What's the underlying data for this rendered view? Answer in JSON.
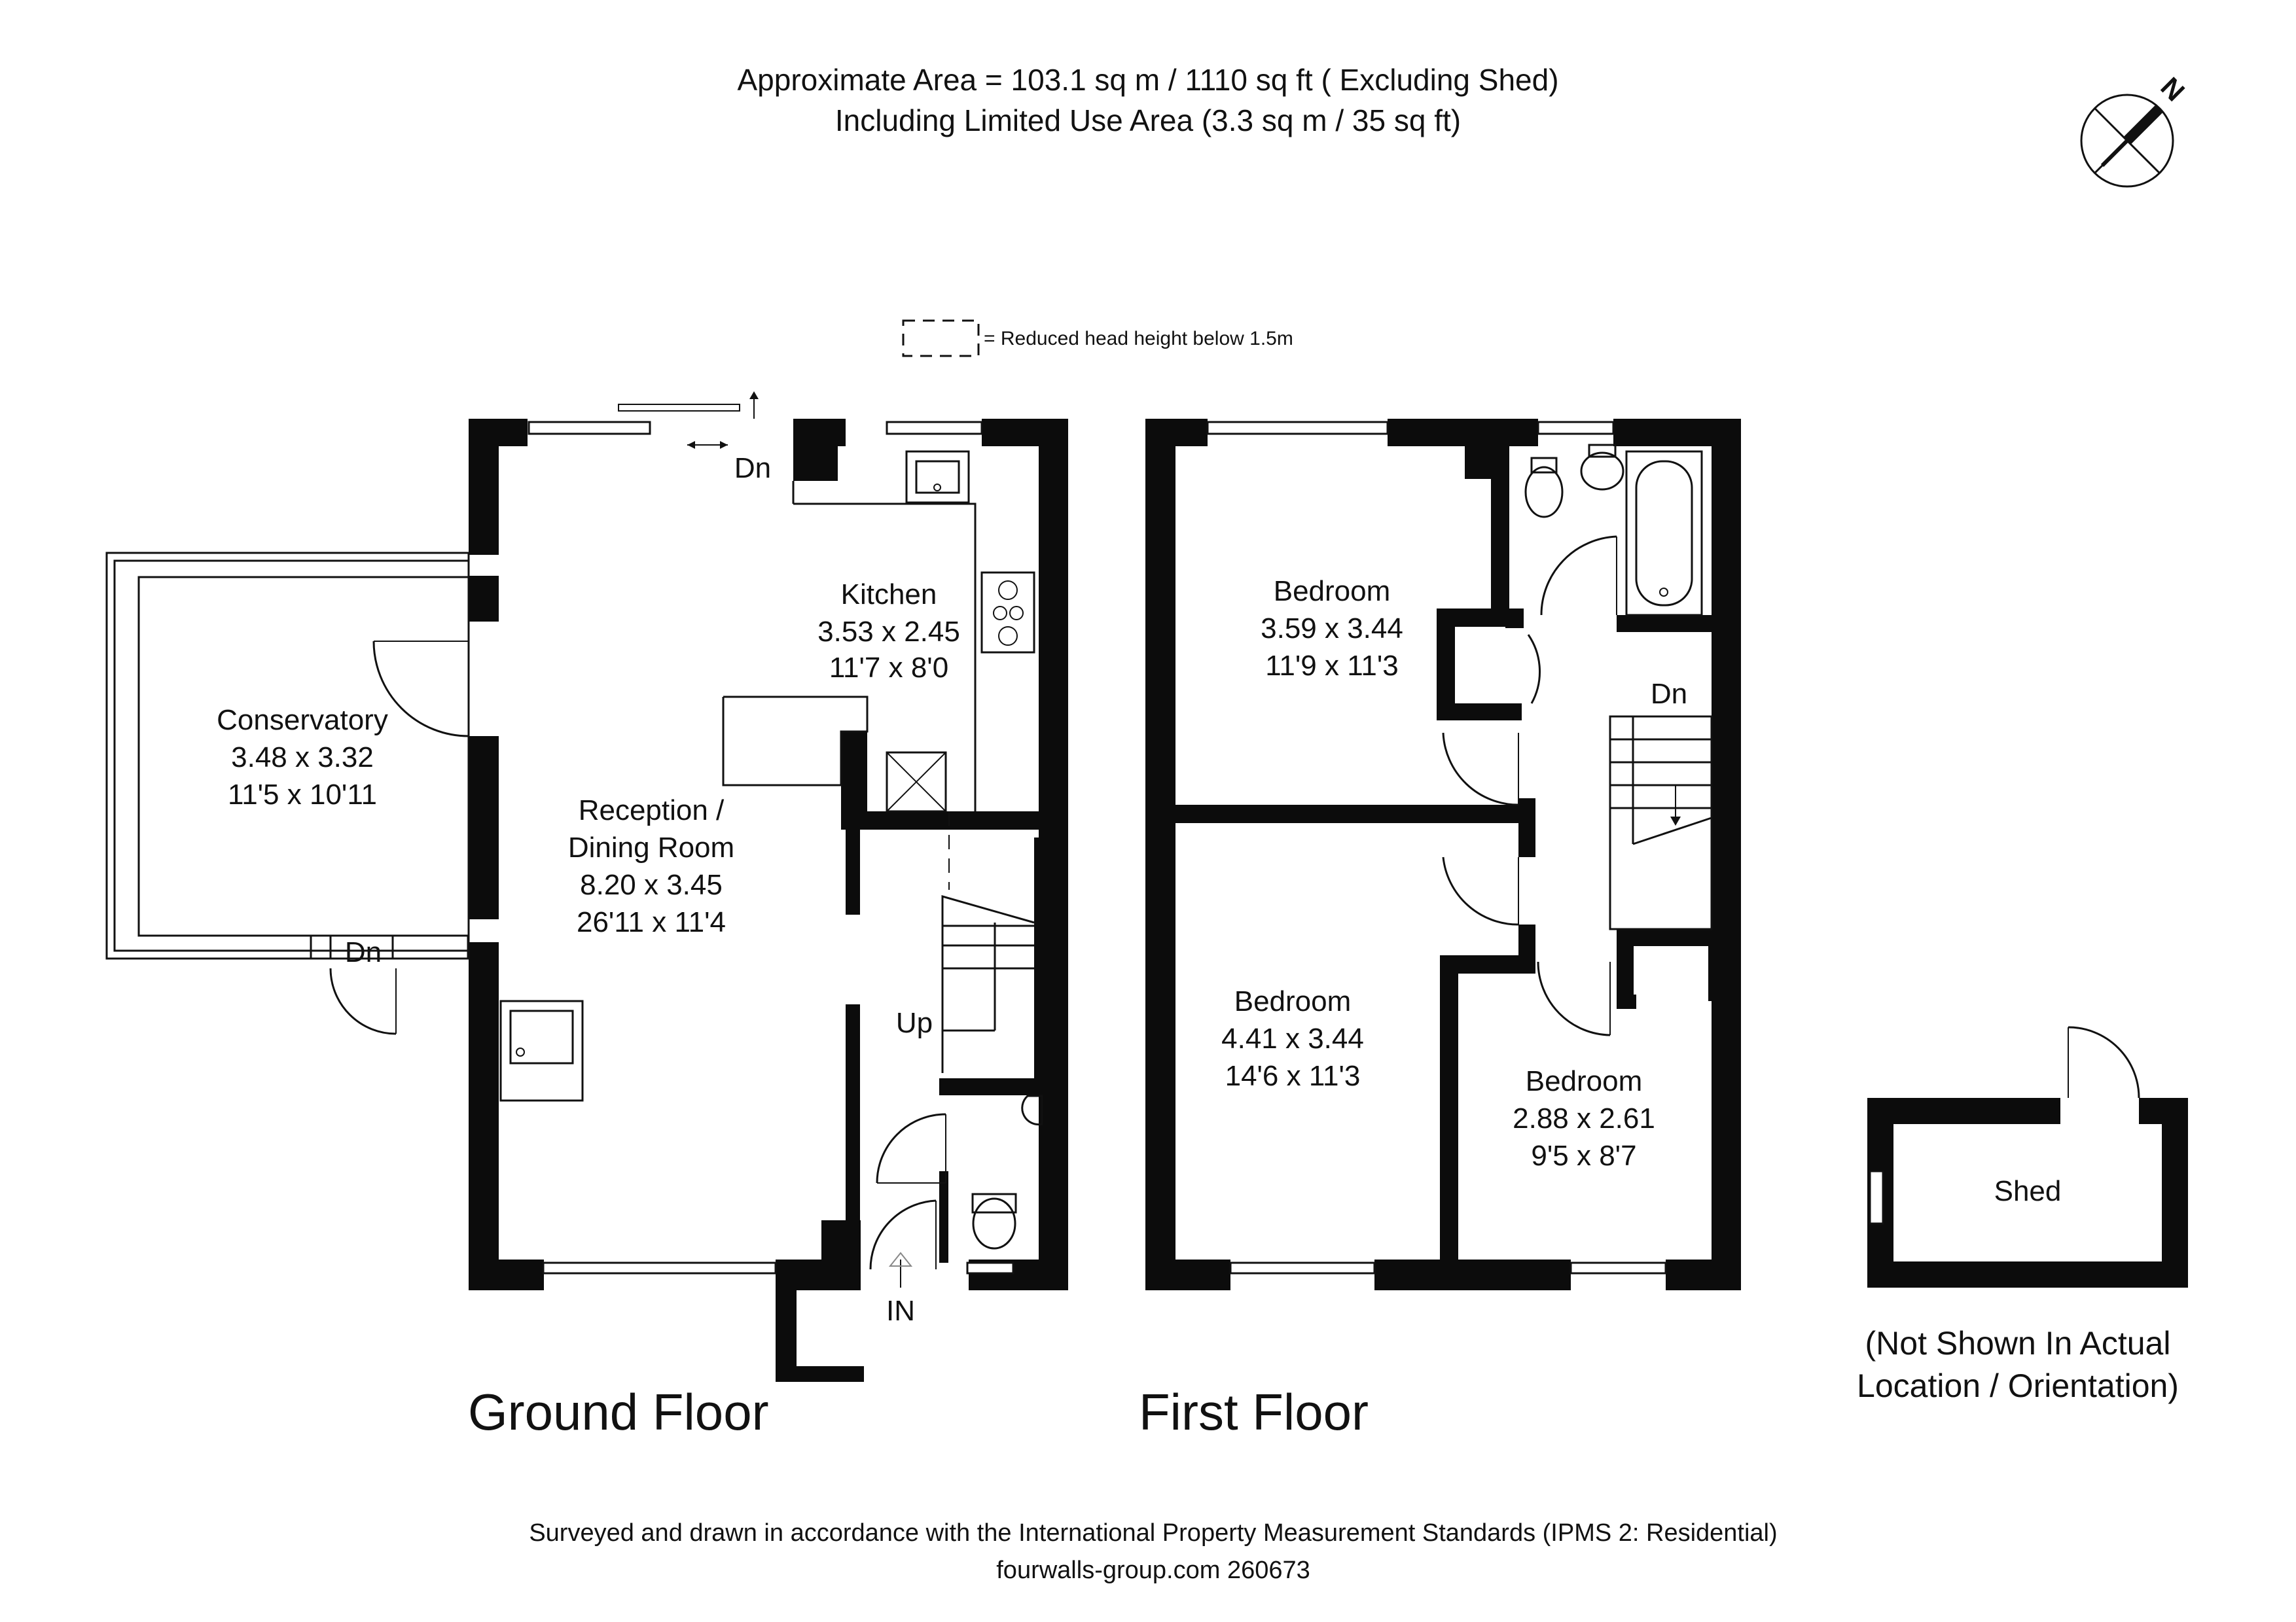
{
  "header": {
    "area_line1": "Approximate  Area = 103.1 sq m / 1110 sq ft ( Excluding Shed)",
    "area_line2": "Including Limited Use Area (3.3 sq m / 35 sq ft)"
  },
  "compass": {
    "north_label": "N"
  },
  "legend": {
    "reduced_height": "= Reduced head height below 1.5m"
  },
  "ground_floor": {
    "title": "Ground Floor",
    "kitchen": {
      "name": "Kitchen",
      "metric": "3.53 x 2.45",
      "imperial": "11'7 x 8'0"
    },
    "conservatory": {
      "name": "Conservatory",
      "metric": "3.48 x 3.32",
      "imperial": "11'5 x 10'11"
    },
    "reception": {
      "name_line1": "Reception /",
      "name_line2": "Dining Room",
      "metric": "8.20 x 3.45",
      "imperial": "26'11 x 11'4"
    },
    "dn_top": "Dn",
    "dn_conservatory": "Dn",
    "up": "Up",
    "entrance": "IN"
  },
  "first_floor": {
    "title": "First Floor",
    "bedroom1": {
      "name": "Bedroom",
      "metric": "3.59 x 3.44",
      "imperial": "11'9 x 11'3"
    },
    "bedroom2": {
      "name": "Bedroom",
      "metric": "4.41 x 3.44",
      "imperial": "14'6 x 11'3"
    },
    "bedroom3": {
      "name": "Bedroom",
      "metric": "2.88 x 2.61",
      "imperial": "9'5 x 8'7"
    },
    "dn": "Dn"
  },
  "shed": {
    "name": "Shed",
    "note_line1": "(Not Shown In Actual",
    "note_line2": "Location / Orientation)"
  },
  "footer": {
    "line1": "Surveyed and drawn in accordance with the International Property Measurement Standards (IPMS 2: Residential)",
    "line2": "fourwalls-group.com 260673"
  }
}
